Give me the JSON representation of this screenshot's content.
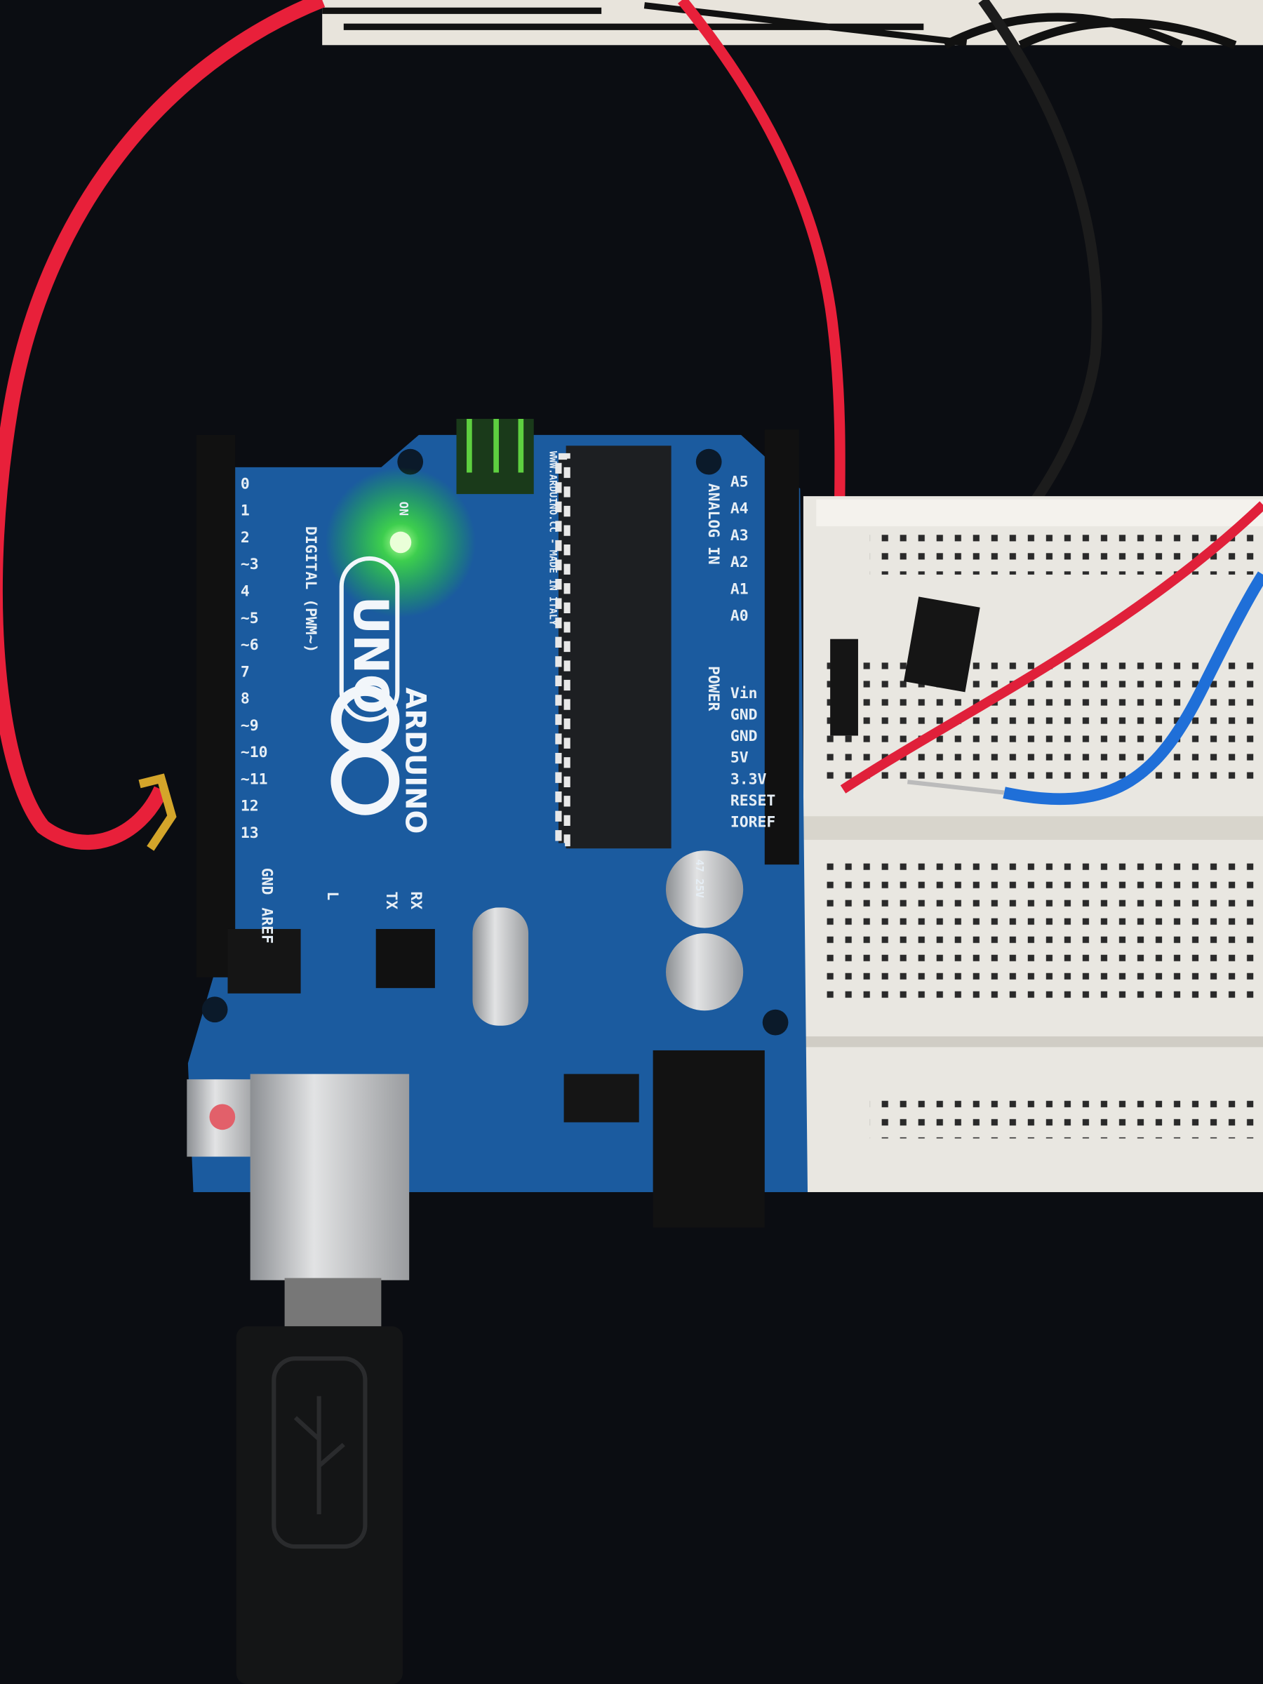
{
  "board": {
    "model": "UNO",
    "brand": "ARDUINO",
    "digital_label": "DIGITAL (PWM~)",
    "analog_label": "ANALOG IN",
    "power_label": "POWER",
    "made_in": "WWW.ARDUINO.CC - MADE IN ITALY",
    "on_label": "ON",
    "l_label": "L",
    "tx_label": "TX",
    "rx_label": "RX",
    "aref_label": "AREF",
    "gnd_label": "GND",
    "digital_pins": [
      "0",
      "1",
      "2",
      "~3",
      "4",
      "~5",
      "~6",
      "7",
      "8",
      "~9",
      "~10",
      "~11",
      "12",
      "13"
    ],
    "analog_pins": [
      "A0",
      "A1",
      "A2",
      "A3",
      "A4",
      "A5"
    ],
    "power_pins": [
      "IOREF",
      "RESET",
      "3.3V",
      "5V",
      "GND",
      "GND",
      "Vin"
    ],
    "capacitor_label": "47 25V"
  },
  "colors": {
    "board": "#1b5b9f",
    "led_on": "#6dff4a",
    "wire_red": "#e8203a",
    "wire_blue": "#1f6fd8",
    "breadboard": "#e9e7e1"
  }
}
